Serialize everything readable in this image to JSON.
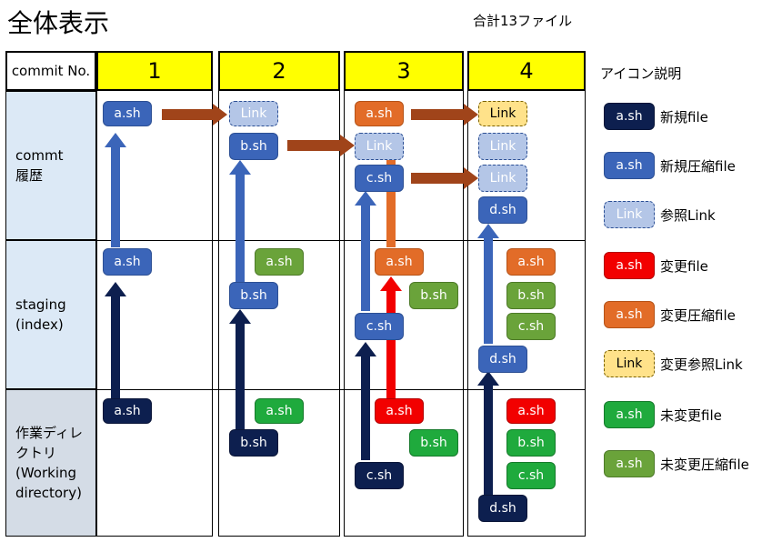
{
  "title": "全体表示",
  "total": "合計13ファイル",
  "header": {
    "label": "commit No.",
    "commits": [
      "1",
      "2",
      "3",
      "4"
    ]
  },
  "rows": {
    "history": "commt\n履歴",
    "staging": "staging\n(index)",
    "working": "作業ディレ\nクトリ\n(Working\ndirectory)"
  },
  "legend": {
    "title": "アイコン説明",
    "items": [
      {
        "box": "a.sh",
        "label": "新規file"
      },
      {
        "box": "a.sh",
        "label": "新規圧縮file"
      },
      {
        "box": "Link",
        "label": "参照Link"
      },
      {
        "box": "a.sh",
        "label": "変更file"
      },
      {
        "box": "a.sh",
        "label": "変更圧縮file"
      },
      {
        "box": "Link",
        "label": "変更参照Link"
      },
      {
        "box": "a.sh",
        "label": "未変更file"
      },
      {
        "box": "a.sh",
        "label": "未変更圧縮file"
      }
    ]
  },
  "boxes": {
    "c1_hist_a": "a.sh",
    "c1_stag_a": "a.sh",
    "c1_work_a": "a.sh",
    "c2_hist_link": "Link",
    "c2_hist_b": "b.sh",
    "c2_stag_a": "a.sh",
    "c2_stag_b": "b.sh",
    "c2_work_a": "a.sh",
    "c2_work_b": "b.sh",
    "c3_hist_a": "a.sh",
    "c3_hist_link": "Link",
    "c3_hist_c": "c.sh",
    "c3_stag_a": "a.sh",
    "c3_stag_b": "b.sh",
    "c3_stag_c": "c.sh",
    "c3_work_a": "a.sh",
    "c3_work_b": "b.sh",
    "c3_work_c": "c.sh",
    "c4_hist_link1": "Link",
    "c4_hist_link2": "Link",
    "c4_hist_link3": "Link",
    "c4_hist_d": "d.sh",
    "c4_stag_a": "a.sh",
    "c4_stag_b": "b.sh",
    "c4_stag_c": "c.sh",
    "c4_stag_d": "d.sh",
    "c4_work_a": "a.sh",
    "c4_work_b": "b.sh",
    "c4_work_c": "c.sh",
    "c4_work_d": "d.sh"
  },
  "colors": {
    "new_file": "#0d1f4f",
    "new_compressed": "#3b65b9",
    "ref_link": "#b4c6e7",
    "changed_file": "#f20000",
    "changed_compressed": "#e26c28",
    "changed_link": "#ffe28a",
    "unchanged_file": "#1faa3d",
    "unchanged_compressed": "#6aa33a",
    "header_yellow": "#ffff00",
    "arrow_brown": "#a0441a"
  }
}
